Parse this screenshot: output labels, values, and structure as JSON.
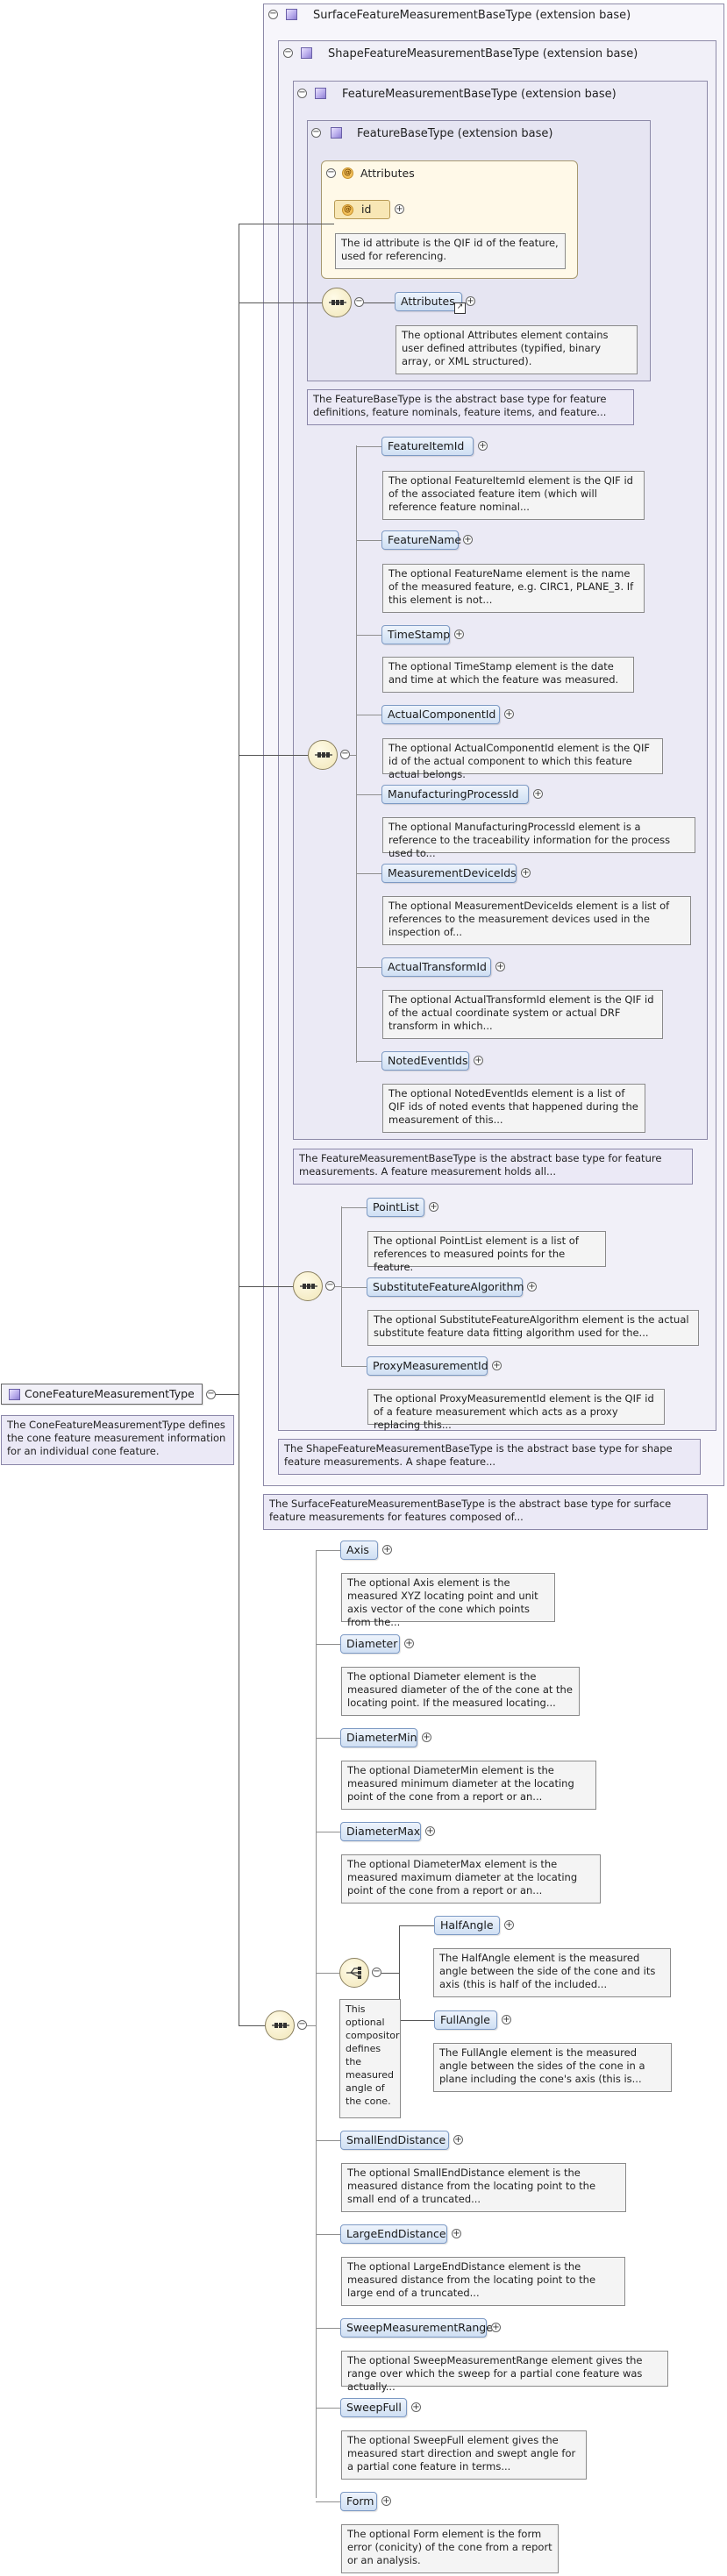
{
  "extensions": {
    "surface": "SurfaceFeatureMeasurementBaseType (extension base)",
    "shape": "ShapeFeatureMeasurementBaseType (extension base)",
    "feature_meas": "FeatureMeasurementBaseType (extension base)",
    "feature_base": "FeatureBaseType (extension base)"
  },
  "attributes": {
    "group_label": "Attributes",
    "id_label": "id",
    "id_doc": "The id attribute is the QIF id of the feature, used for referencing.",
    "element_label": "Attributes",
    "element_doc": "The optional Attributes element contains user defined attributes (typified, binary array, or XML structured)."
  },
  "feature_base_doc": "The FeatureBaseType is the abstract base type for feature definitions, feature nominals, feature items, and feature...",
  "feature_meas_elements": [
    {
      "name": "FeatureItemId",
      "doc": "The optional FeatureItemId element is the QIF id of the associated feature item (which will reference feature nominal..."
    },
    {
      "name": "FeatureName",
      "doc": "The optional FeatureName element is the name of the measured feature, e.g. CIRC1, PLANE_3. If this element is not..."
    },
    {
      "name": "TimeStamp",
      "doc": "The optional TimeStamp element is the date and time at which the feature was measured."
    },
    {
      "name": "ActualComponentId",
      "doc": "The optional ActualComponentId element is the QIF id of the actual component to which this feature actual belongs."
    },
    {
      "name": "ManufacturingProcessId",
      "doc": "The optional ManufacturingProcessId element is a reference to the traceability information for the process used to..."
    },
    {
      "name": "MeasurementDeviceIds",
      "doc": "The optional MeasurementDeviceIds element is a list of references to the measurement devices used in the inspection of..."
    },
    {
      "name": "ActualTransformId",
      "doc": "The optional ActualTransformId element is the QIF id of the actual coordinate system or actual DRF transform in which..."
    },
    {
      "name": "NotedEventIds",
      "doc": "The optional NotedEventIds element is a list of QIF ids of noted events that happened during the measurement of this..."
    }
  ],
  "feature_meas_doc": "The FeatureMeasurementBaseType is the abstract base type for feature measurements. A feature measurement holds all...",
  "shape_elements": [
    {
      "name": "PointList",
      "doc": "The optional PointList element is a list of references to measured points for the feature."
    },
    {
      "name": "SubstituteFeatureAlgorithm",
      "doc": "The optional SubstituteFeatureAlgorithm element is the actual substitute feature data fitting algorithm used for the..."
    },
    {
      "name": "ProxyMeasurementId",
      "doc": "The optional ProxyMeasurementId element is the QIF id of a feature measurement which acts as a proxy replacing this..."
    }
  ],
  "shape_doc": "The ShapeFeatureMeasurementBaseType is the abstract base type for shape feature measurements. A shape feature...",
  "surface_doc": "The SurfaceFeatureMeasurementBaseType is the abstract base type for surface feature measurements for features composed of...",
  "root": {
    "name": "ConeFeatureMeasurementType",
    "doc": "The ConeFeatureMeasurementType defines the cone feature measurement information for an individual cone feature."
  },
  "cone_elements": [
    {
      "name": "Axis",
      "doc": "The optional Axis element is the measured XYZ locating point and unit axis vector of the cone which points from the..."
    },
    {
      "name": "Diameter",
      "doc": "The optional Diameter element is the measured diameter of the of the cone at the locating point. If the measured locating..."
    },
    {
      "name": "DiameterMin",
      "doc": "The optional DiameterMin element is the measured minimum diameter at the locating point of the cone from a report or an..."
    },
    {
      "name": "DiameterMax",
      "doc": "The optional DiameterMax element is the measured maximum diameter at the locating point of the cone from a report or an..."
    }
  ],
  "choice": {
    "doc": "This optional compositor defines the measured angle of the cone.",
    "elements": [
      {
        "name": "HalfAngle",
        "doc": "The HalfAngle element is the measured angle between the side of the cone and its axis (this is half of the included..."
      },
      {
        "name": "FullAngle",
        "doc": "The FullAngle element is the measured angle between the sides of the cone in a plane including the cone's axis (this is..."
      }
    ]
  },
  "cone_elements_after": [
    {
      "name": "SmallEndDistance",
      "doc": "The optional SmallEndDistance element is the measured distance from the locating point to the small end of a truncated..."
    },
    {
      "name": "LargeEndDistance",
      "doc": "The optional LargeEndDistance element is the measured distance from the locating point to the large end of a truncated..."
    },
    {
      "name": "SweepMeasurementRange",
      "doc": "The optional SweepMeasurementRange element gives the range over which the sweep for a partial cone feature was actually..."
    },
    {
      "name": "SweepFull",
      "doc": "The optional SweepFull element gives the measured start direction and swept angle for a partial cone feature in terms..."
    },
    {
      "name": "Form",
      "doc": "The optional Form element is the form error (conicity) of the cone from a report or an analysis."
    }
  ]
}
